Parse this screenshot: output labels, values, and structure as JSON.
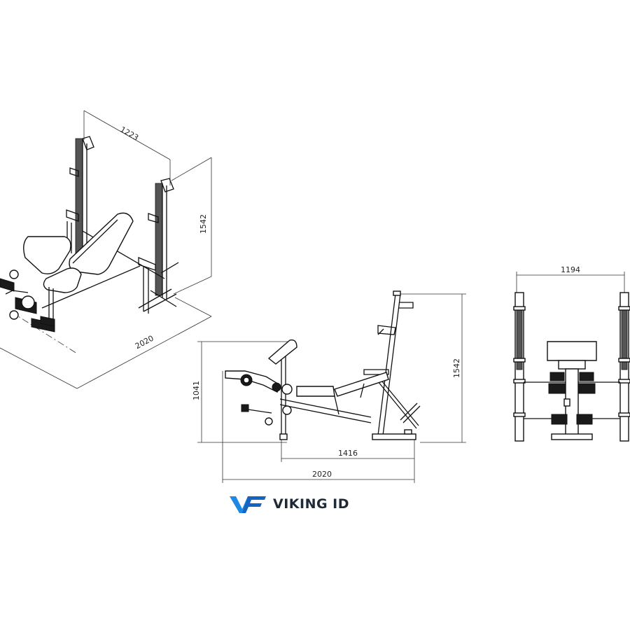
{
  "views": {
    "iso": {
      "dim_depth": "1223",
      "dim_height": "1542",
      "dim_length": "2020"
    },
    "side": {
      "dim_height": "1542",
      "dim_seat_height": "1041",
      "dim_partial": "1416",
      "dim_length": "2020"
    },
    "front": {
      "dim_width": "1194"
    }
  },
  "logo": {
    "text": "VIKING ID",
    "mark_color": "#1e88e5",
    "text_color": "#1e2a3a"
  },
  "colors": {
    "line": "#111111",
    "mesh": "#555555"
  }
}
